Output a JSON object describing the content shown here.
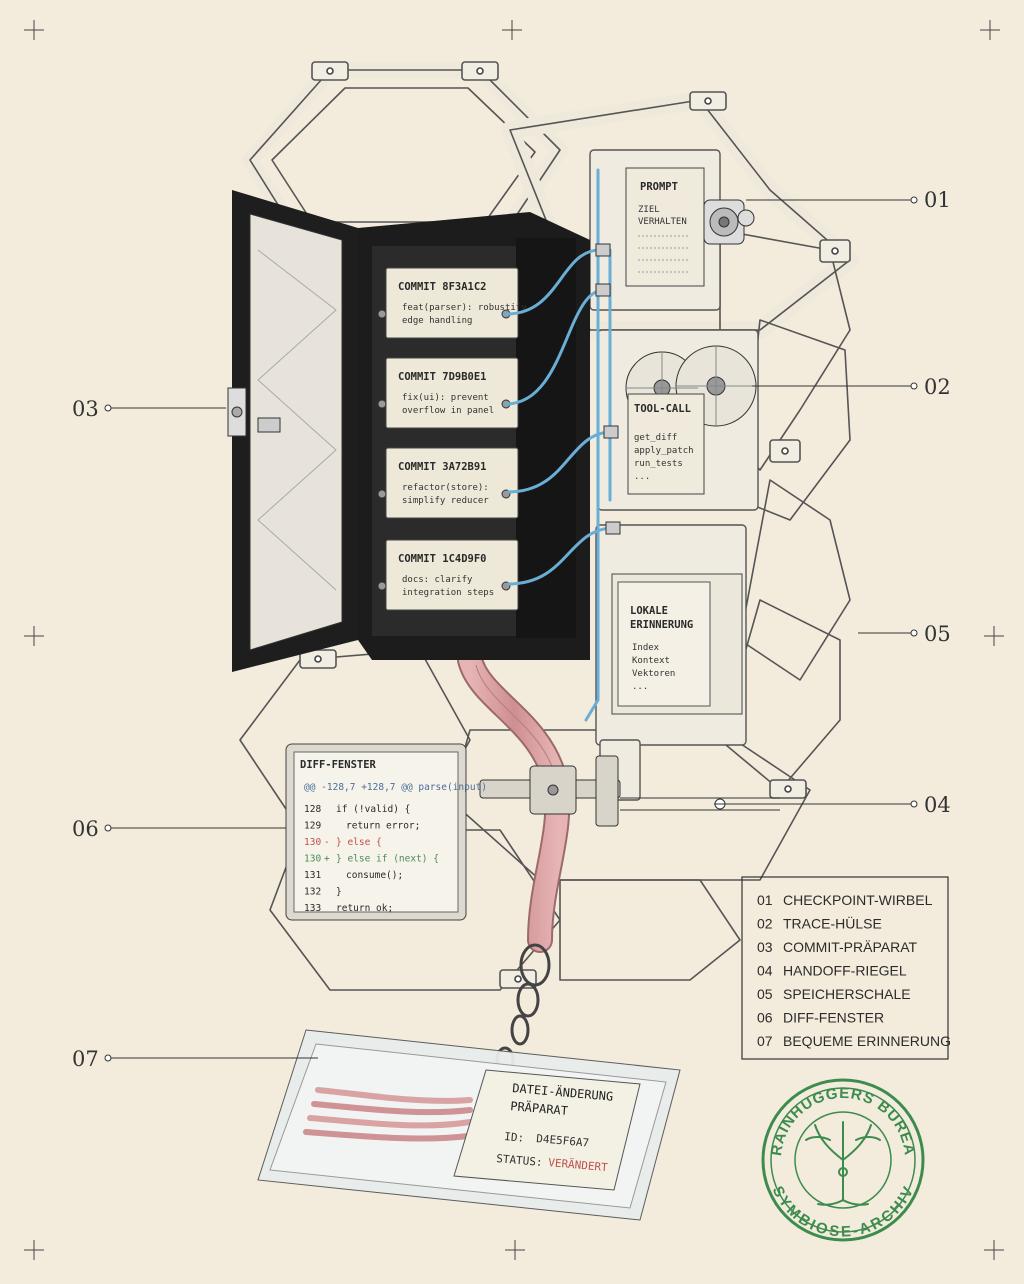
{
  "callouts": {
    "c01": "01",
    "c02": "02",
    "c03": "03",
    "c04": "04",
    "c05": "05",
    "c06": "06",
    "c07": "07"
  },
  "commits": [
    {
      "hash": "COMMIT 8F3A1C2",
      "line1": "feat(parser): robustify",
      "line2": "edge handling"
    },
    {
      "hash": "COMMIT 7D9B0E1",
      "line1": "fix(ui): prevent",
      "line2": "overflow in panel"
    },
    {
      "hash": "COMMIT 3A72B91",
      "line1": "refactor(store):",
      "line2": "simplify reducer"
    },
    {
      "hash": "COMMIT 1C4D9F0",
      "line1": "docs: clarify",
      "line2": "integration steps"
    }
  ],
  "prompt": {
    "title": "PROMPT",
    "line1": "ZIEL",
    "line2": "VERHALTEN"
  },
  "tool_call": {
    "title": "TOOL-CALL",
    "items": [
      "get_diff",
      "apply_patch",
      "run_tests",
      "..."
    ]
  },
  "memory": {
    "title1": "LOKALE",
    "title2": "ERINNERUNG",
    "items": [
      "Index",
      "Kontext",
      "Vektoren",
      "..."
    ]
  },
  "diff": {
    "title": "DIFF-FENSTER",
    "hunk": "@@ -128,7 +128,7 @@ parse(input)",
    "lines": [
      {
        "no": "128",
        "mark": "",
        "code": "if (!valid) {"
      },
      {
        "no": "129",
        "mark": "",
        "code": "  return error;"
      },
      {
        "no": "130",
        "mark": "-",
        "code": "} else {"
      },
      {
        "no": "130",
        "mark": "+",
        "code": "} else if (next) {"
      },
      {
        "no": "131",
        "mark": "",
        "code": "  consume();"
      },
      {
        "no": "132",
        "mark": "",
        "code": "}"
      },
      {
        "no": "133",
        "mark": "",
        "code": "return ok;"
      }
    ]
  },
  "specimen": {
    "title1": "DATEI-ÄNDERUNG",
    "title2": "PRÄPARAT",
    "id_label": "ID:",
    "id_value": "D4E5F6A7",
    "status_label": "STATUS:",
    "status_value": "VERÄNDERT"
  },
  "legend": [
    {
      "num": "01",
      "label": "CHECKPOINT-WIRBEL"
    },
    {
      "num": "02",
      "label": "TRACE-HÜLSE"
    },
    {
      "num": "03",
      "label": "COMMIT-PRÄPARAT"
    },
    {
      "num": "04",
      "label": "HANDOFF-RIEGEL"
    },
    {
      "num": "05",
      "label": "SPEICHERSCHALE"
    },
    {
      "num": "06",
      "label": "DIFF-FENSTER"
    },
    {
      "num": "07",
      "label": "BEQUEME ERINNERUNG"
    }
  ],
  "stamp": {
    "top": "BRAINHUGGERS BUREAU",
    "bottom": "SYMBIOSE-ARCHIV"
  },
  "colors": {
    "paper": "#f3ecdd",
    "ink": "#2b2b2b",
    "cable": "#6aaed6",
    "tissue": "#d9a3a3",
    "stamp": "#3d8c4e",
    "diff_removed": "#c0504d",
    "diff_added": "#4a8c5a"
  }
}
